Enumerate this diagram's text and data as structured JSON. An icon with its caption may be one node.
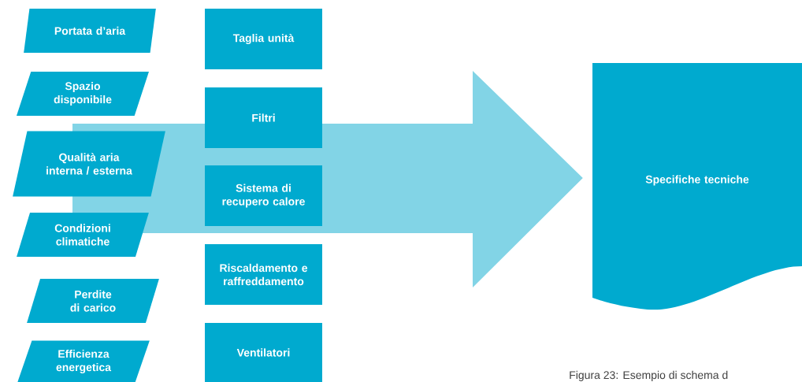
{
  "diagram": {
    "caption": "Figura 23: Esempio di schema d",
    "nodes": [
      {
        "text": [
          "Portata d’aria"
        ]
      },
      {
        "text": [
          "Spazio disponibile"
        ]
      },
      {
        "text": [
          "Qualità aria interna / esterna"
        ]
      },
      {
        "text": [
          "Condizioni climatiche"
        ]
      },
      {
        "text": [
          "Perdite di carico"
        ]
      },
      {
        "text": [
          "Efficienza energetica"
        ]
      },
      {
        "text": [
          "Taglia unità"
        ]
      },
      {
        "text": [
          "Filtri"
        ]
      },
      {
        "text": [
          "Sistema di recupero calore"
        ]
      },
      {
        "text": [
          "Riscaldamento e raffreddamento"
        ]
      },
      {
        "text": [
          "Ventilatori"
        ]
      },
      {
        "text": [
          "Specifiche tecniche"
        ]
      }
    ],
    "edges": [
      {
        "from": null,
        "to": 11,
        "arrow": "to"
      }
    ]
  }
}
